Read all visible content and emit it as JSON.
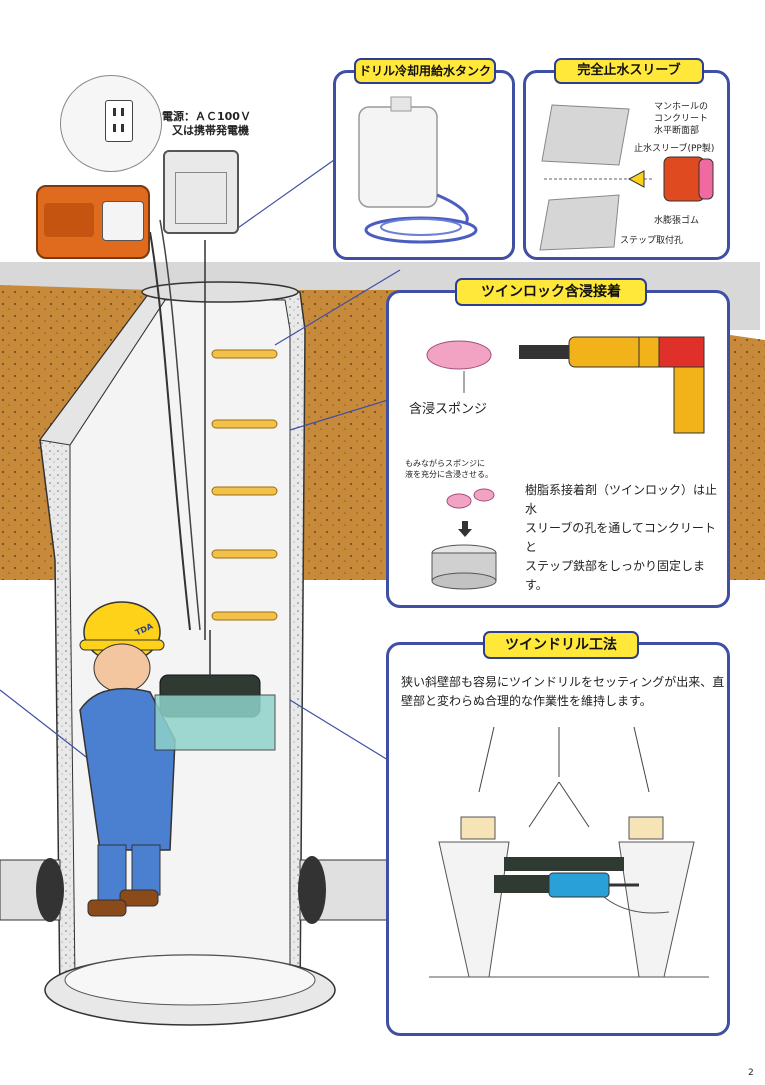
{
  "power_label": {
    "line1": "電源：ＡＣ100Ｖ",
    "line2": "又は携帯発電機"
  },
  "panel_tank": {
    "title": "ドリル冷却用給水タンク"
  },
  "panel_sleeve": {
    "title": "完全止水スリーブ",
    "label_manhole": "マンホールの\nコンクリート\n水平断面部",
    "label_sleeve": "止水スリーブ(PP製)",
    "label_rubber": "水膨張ゴム",
    "label_step_hole": "ステップ取付孔"
  },
  "panel_twinlock": {
    "title": "ツインロック含浸接着",
    "sponge_label": "含浸スポンジ",
    "note": "もみながらスポンジに\n液を充分に含浸させる。",
    "description": "樹脂系接着剤（ツインロック）は止水\nスリーブの孔を通してコンクリートと\nステップ鉄部をしっかり固定します。"
  },
  "panel_drill": {
    "title": "ツインドリル工法",
    "description": "狭い斜壁部も容易にツインドリルをセッティングが出来、直\n壁部と変わらぬ合理的な作業性を維持します。"
  },
  "helmet_text": "TDA",
  "page_number": "2",
  "colors": {
    "panel_border": "#3f4fa3",
    "title_fill": "#ffe83a",
    "soil": "#c78a3a",
    "concrete": "#f1f1f1",
    "step_yellow": "#f2c14a",
    "step_red": "#e0302a",
    "worker_blue": "#4b7fd0",
    "helmet_yellow": "#ffd21a"
  },
  "icons": [
    "wall-outlet-icon",
    "generator-icon",
    "water-tank-icon",
    "manhole-illustration",
    "worker-illustration",
    "drill-rig-diagram"
  ]
}
